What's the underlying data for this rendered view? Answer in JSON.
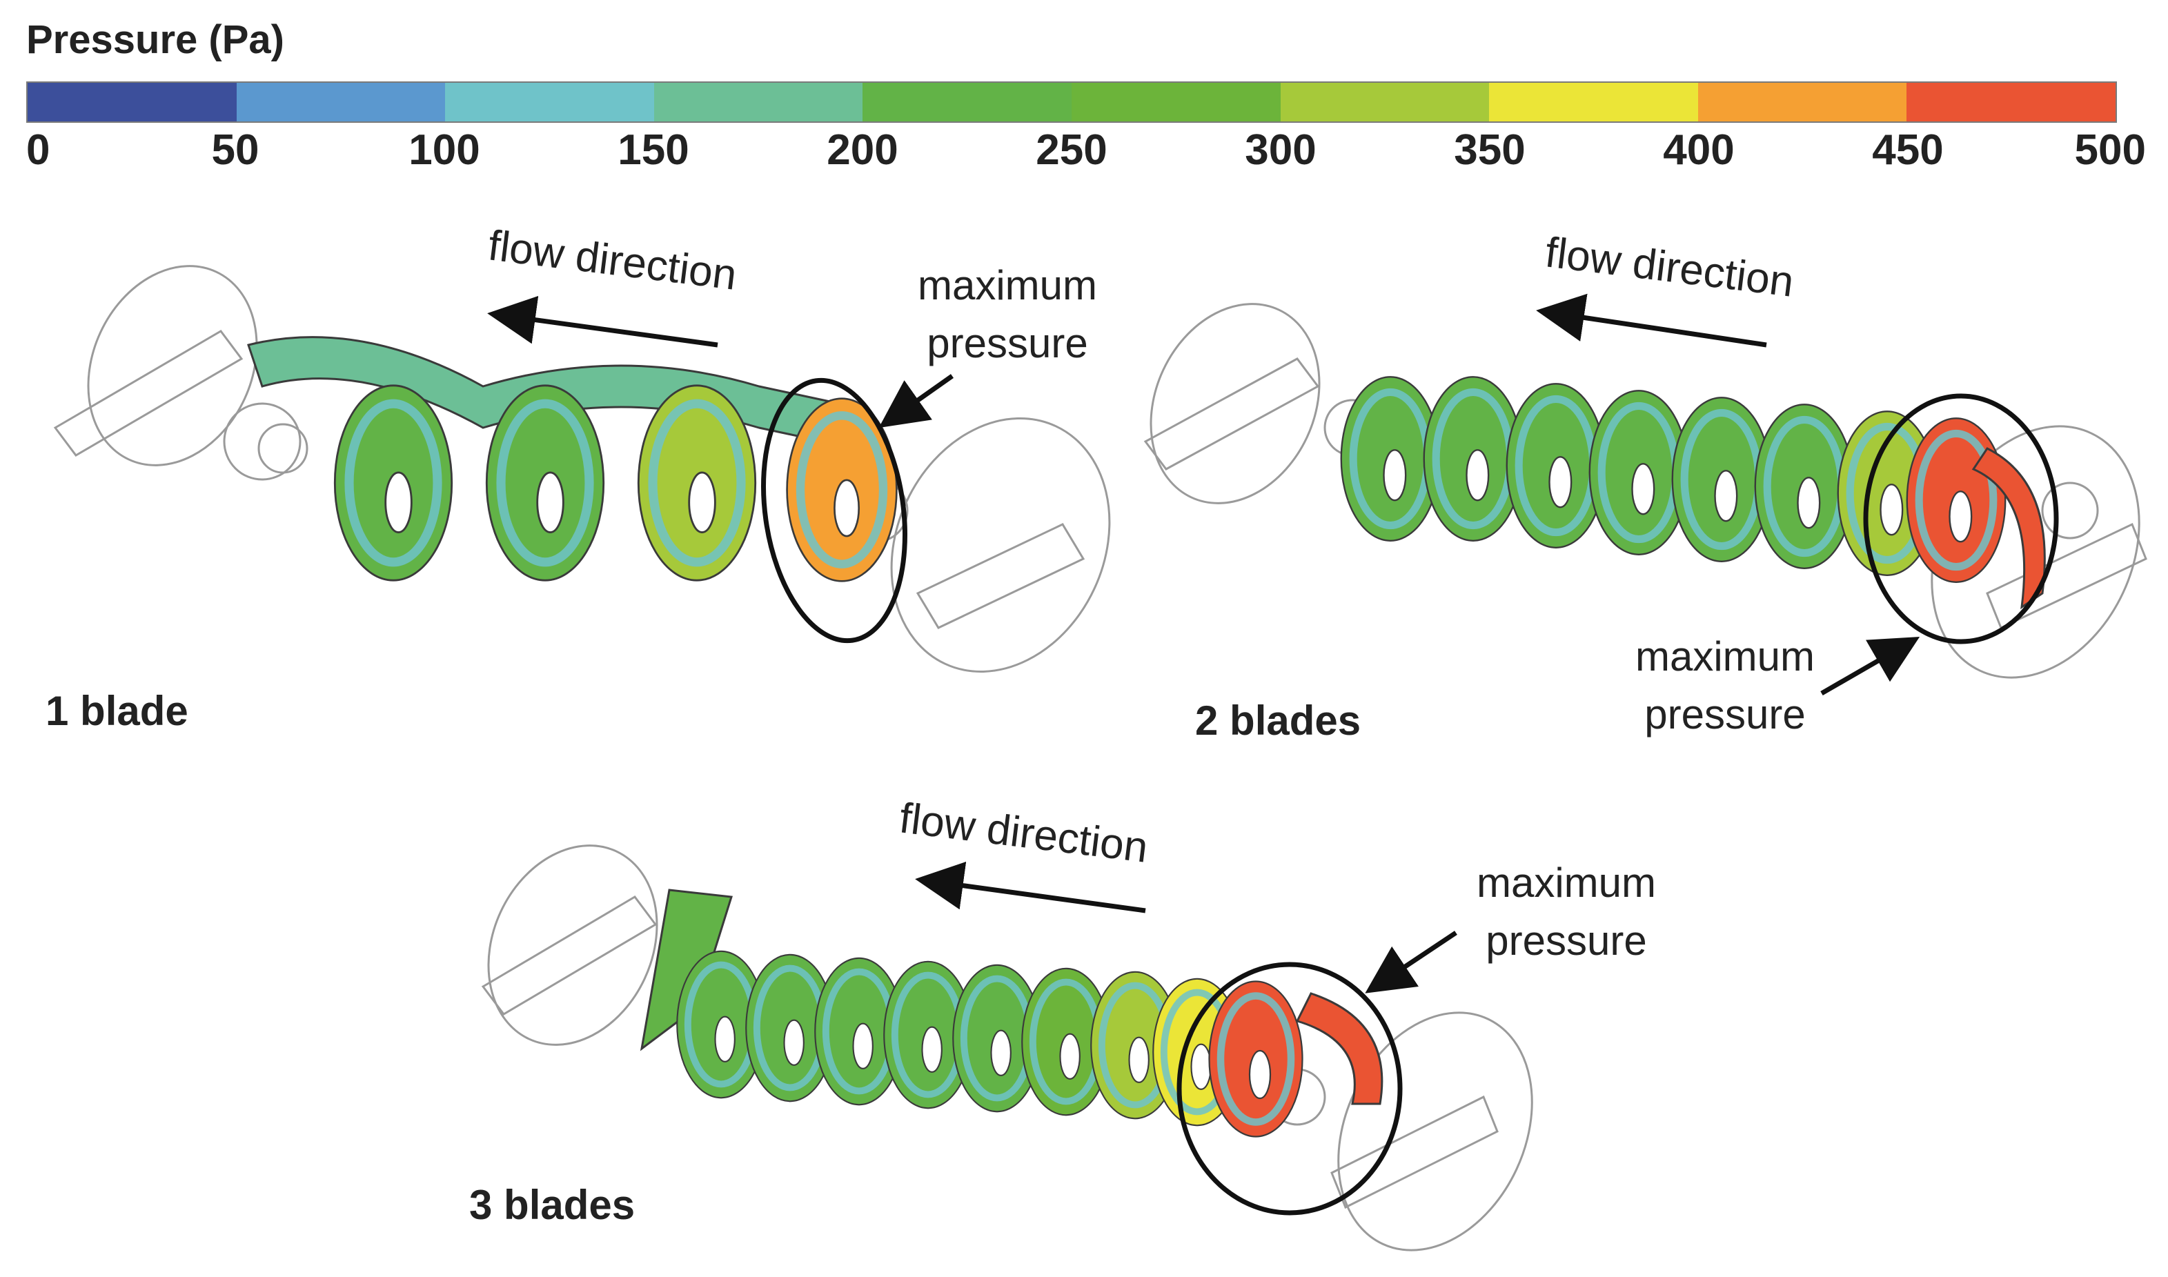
{
  "legend": {
    "title": "Pressure (Pa)",
    "ticks": [
      "0",
      "50",
      "100",
      "150",
      "200",
      "250",
      "300",
      "350",
      "400",
      "450",
      "500"
    ],
    "colors": [
      "#3c4f9b",
      "#5b98cf",
      "#6fc3c9",
      "#6cbf96",
      "#62b347",
      "#6cb43a",
      "#a6c93a",
      "#ebe537",
      "#f5a033",
      "#ea5433"
    ]
  },
  "panels": [
    {
      "label": "1 blade",
      "flow_label": "flow direction",
      "max_label_line1": "maximum",
      "max_label_line2": "pressure"
    },
    {
      "label": "2 blades",
      "flow_label": "flow direction",
      "max_label_line1": "maximum",
      "max_label_line2": "pressure"
    },
    {
      "label": "3 blades",
      "flow_label": "flow direction",
      "max_label_line1": "maximum",
      "max_label_line2": "pressure"
    }
  ]
}
